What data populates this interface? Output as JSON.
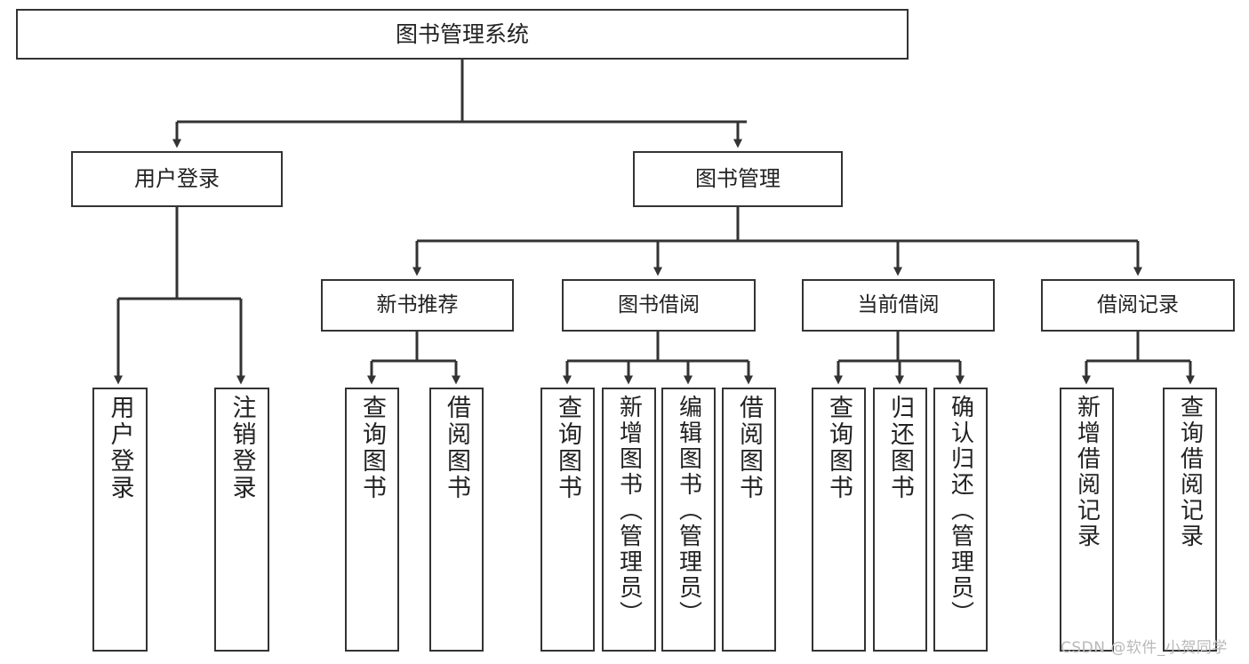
{
  "diagram": {
    "title": "图书管理系统",
    "type": "tree-hierarchy",
    "watermark": "CSDN @软件_小贺同学",
    "colors": {
      "line": "#333333",
      "box_border": "#333333",
      "box_fill": "#ffffff",
      "text": "#222222",
      "watermark": "#b9b9b9",
      "background": "#ffffff"
    },
    "root": {
      "label": "图书管理系统"
    },
    "level1": [
      {
        "label": "用户登录"
      },
      {
        "label": "图书管理"
      }
    ],
    "level2": [
      {
        "label": "新书推荐"
      },
      {
        "label": "图书借阅"
      },
      {
        "label": "当前借阅"
      },
      {
        "label": "借阅记录"
      }
    ],
    "leaves": {
      "user_login": [
        {
          "label": "用户登录"
        },
        {
          "label": "注销登录"
        }
      ],
      "new_book_recommend": [
        {
          "label": "查询图书"
        },
        {
          "label": "借阅图书"
        }
      ],
      "book_borrow": [
        {
          "label": "查询图书"
        },
        {
          "label": "新增图书（管理员）"
        },
        {
          "label": "编辑图书（管理员）"
        },
        {
          "label": "借阅图书"
        }
      ],
      "current_borrow": [
        {
          "label": "查询图书"
        },
        {
          "label": "归还图书"
        },
        {
          "label": "确认归还（管理员）"
        }
      ],
      "borrow_record": [
        {
          "label": "新增借阅记录"
        },
        {
          "label": "查询借阅记录"
        }
      ]
    }
  }
}
